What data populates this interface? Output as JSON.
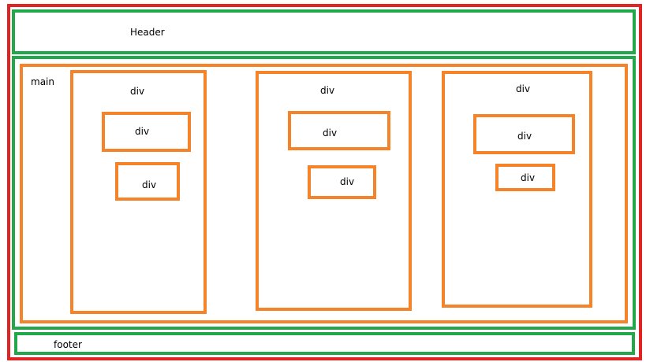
{
  "colors": {
    "outer": "#e02424",
    "section": "#22a84a",
    "block": "#f5832a"
  },
  "header": {
    "label": "Header"
  },
  "main": {
    "label": "main",
    "columns": [
      {
        "label": "div",
        "children": [
          {
            "label": "div"
          },
          {
            "label": "div"
          }
        ]
      },
      {
        "label": "div",
        "children": [
          {
            "label": "div"
          },
          {
            "label": "div"
          }
        ]
      },
      {
        "label": "div",
        "children": [
          {
            "label": "div"
          },
          {
            "label": "div"
          }
        ]
      }
    ]
  },
  "footer": {
    "label": "footer"
  }
}
